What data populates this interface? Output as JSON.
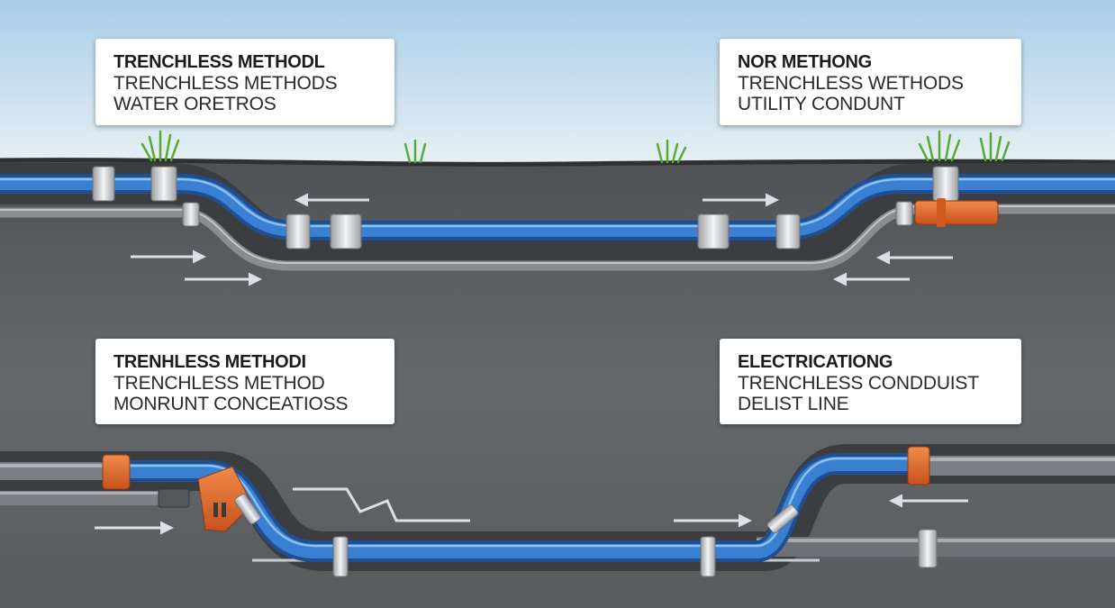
{
  "cards": [
    {
      "title": "TRENCHLESS METHODL",
      "line1": "TRENCHLESS METHODS",
      "line2": "WATER ORETROS"
    },
    {
      "title": "NOR METHONG",
      "line1": "TRENCHLESS WETHODS",
      "line2": "UTILITY CONDUNT"
    },
    {
      "title": "TRENHLESS METHODI",
      "line1": "TRENCHLESS METHOD",
      "line2": "MONRUNT CONCEATIOSS"
    },
    {
      "title": "ELECTRICATIONG",
      "line1": "TRENCHLESS CONDDUIST",
      "line2": "DELIST LINE"
    }
  ],
  "colors": {
    "sky_top": "#a9cde8",
    "sky_bottom": "#e9f1f5",
    "ground": "#5a5d60",
    "pipe_blue": "#2f6fc0",
    "pipe_gray": "#7c7f83",
    "fitting_orange": "#e06a2c",
    "clamp_silver": "#d8dadc",
    "grass": "#5aa832"
  }
}
